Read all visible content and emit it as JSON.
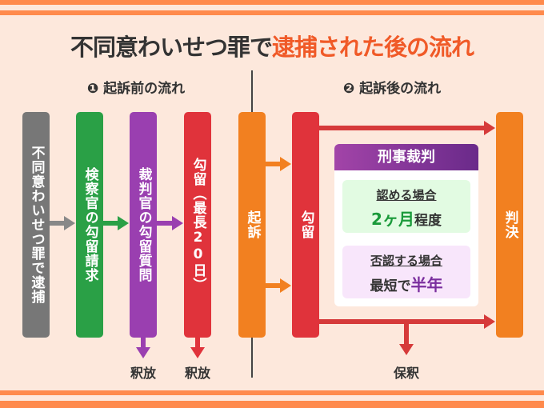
{
  "title": {
    "part1": "不同意わいせつ罪で",
    "part2": "逮捕された後の流れ"
  },
  "sections": {
    "before": "❶ 起訴前の流れ",
    "after": "❷ 起訴後の流れ"
  },
  "steps": {
    "arrest": "不同意わいせつ罪で逮捕",
    "prosecutor": "検察官の勾留請求",
    "judge": "裁判官の勾留質問",
    "detention1": "勾留（最長20日）",
    "indictment": "起訴",
    "detention2": "勾留",
    "verdict": "判決"
  },
  "releases": {
    "r1": "釈放",
    "r2": "釈放",
    "bail": "保釈"
  },
  "trial": {
    "header": "刑事裁判",
    "admit": {
      "label": "認める場合",
      "value_hl": "2ヶ月",
      "value_rest": "程度"
    },
    "deny": {
      "label": "否認する場合",
      "value_pre": "最短で",
      "value_hl": "半年"
    }
  },
  "colors": {
    "orange": "#f05a28",
    "gray": "#777777",
    "green": "#2aa046",
    "purple": "#9a3fb0",
    "red": "#e0333b",
    "amber": "#f28020"
  }
}
